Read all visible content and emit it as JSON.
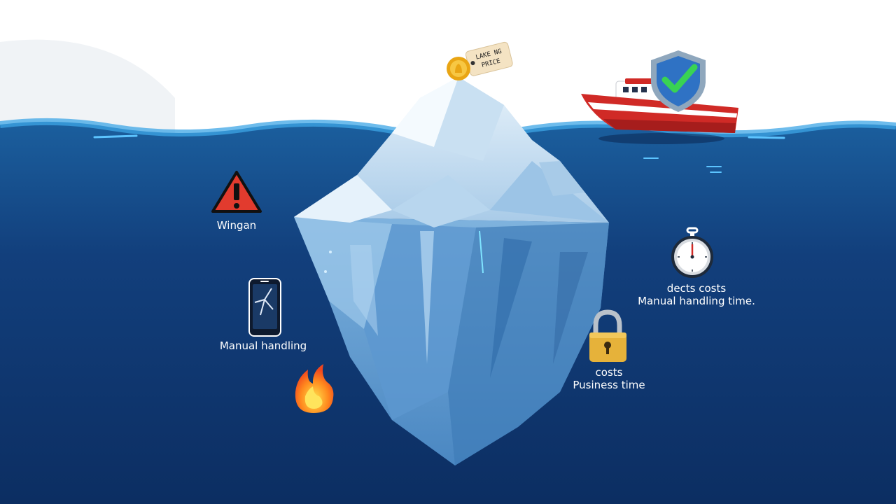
{
  "price_tag": {
    "line1": "LAKE NG",
    "line2": "PRICE"
  },
  "labels": {
    "warning": "Wingan",
    "phone": "Manual handling",
    "clock": [
      "dects costs",
      "Manual handling time."
    ],
    "lock": [
      "costs",
      "Pusiness time"
    ]
  },
  "icons": {
    "warning": "warning-triangle-icon",
    "phone": "broken-phone-icon",
    "fire": "fire-icon",
    "clock": "stopwatch-icon",
    "lock": "padlock-icon",
    "shield": "shield-check-icon",
    "coin": "coin-icon",
    "boat": "boat-icon"
  },
  "colors": {
    "water_top": "#1b5f9e",
    "water_deep": "#0c2e62",
    "warning_red": "#e23b2e",
    "shield_blue": "#2f72c4",
    "check_green": "#39d353",
    "lock_gold": "#e6b23a",
    "boat_red": "#d02a26"
  }
}
